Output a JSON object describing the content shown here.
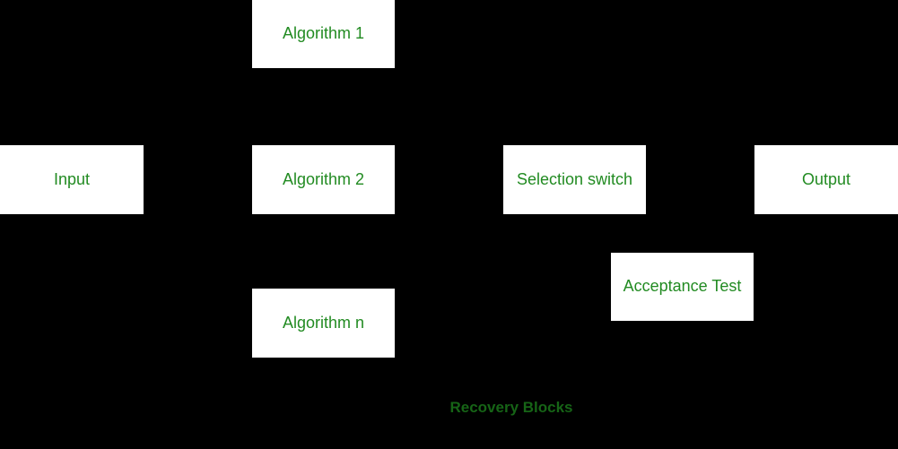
{
  "diagram": {
    "title": "Recovery Blocks",
    "background_color": "#000000",
    "box_fill_color": "#ffffff",
    "box_text_color": "#228B22",
    "caption_text_color": "#166416",
    "caption": "Recovery Blocks",
    "nodes": [
      {
        "id": "algorithm-1",
        "label": "Algorithm 1"
      },
      {
        "id": "input",
        "label": "Input"
      },
      {
        "id": "algorithm-2",
        "label": "Algorithm 2"
      },
      {
        "id": "selection-switch",
        "label": "Selection switch"
      },
      {
        "id": "output",
        "label": "Output"
      },
      {
        "id": "algorithm-n",
        "label": "Algorithm n"
      },
      {
        "id": "acceptance-test",
        "label": "Acceptance Test"
      }
    ]
  }
}
